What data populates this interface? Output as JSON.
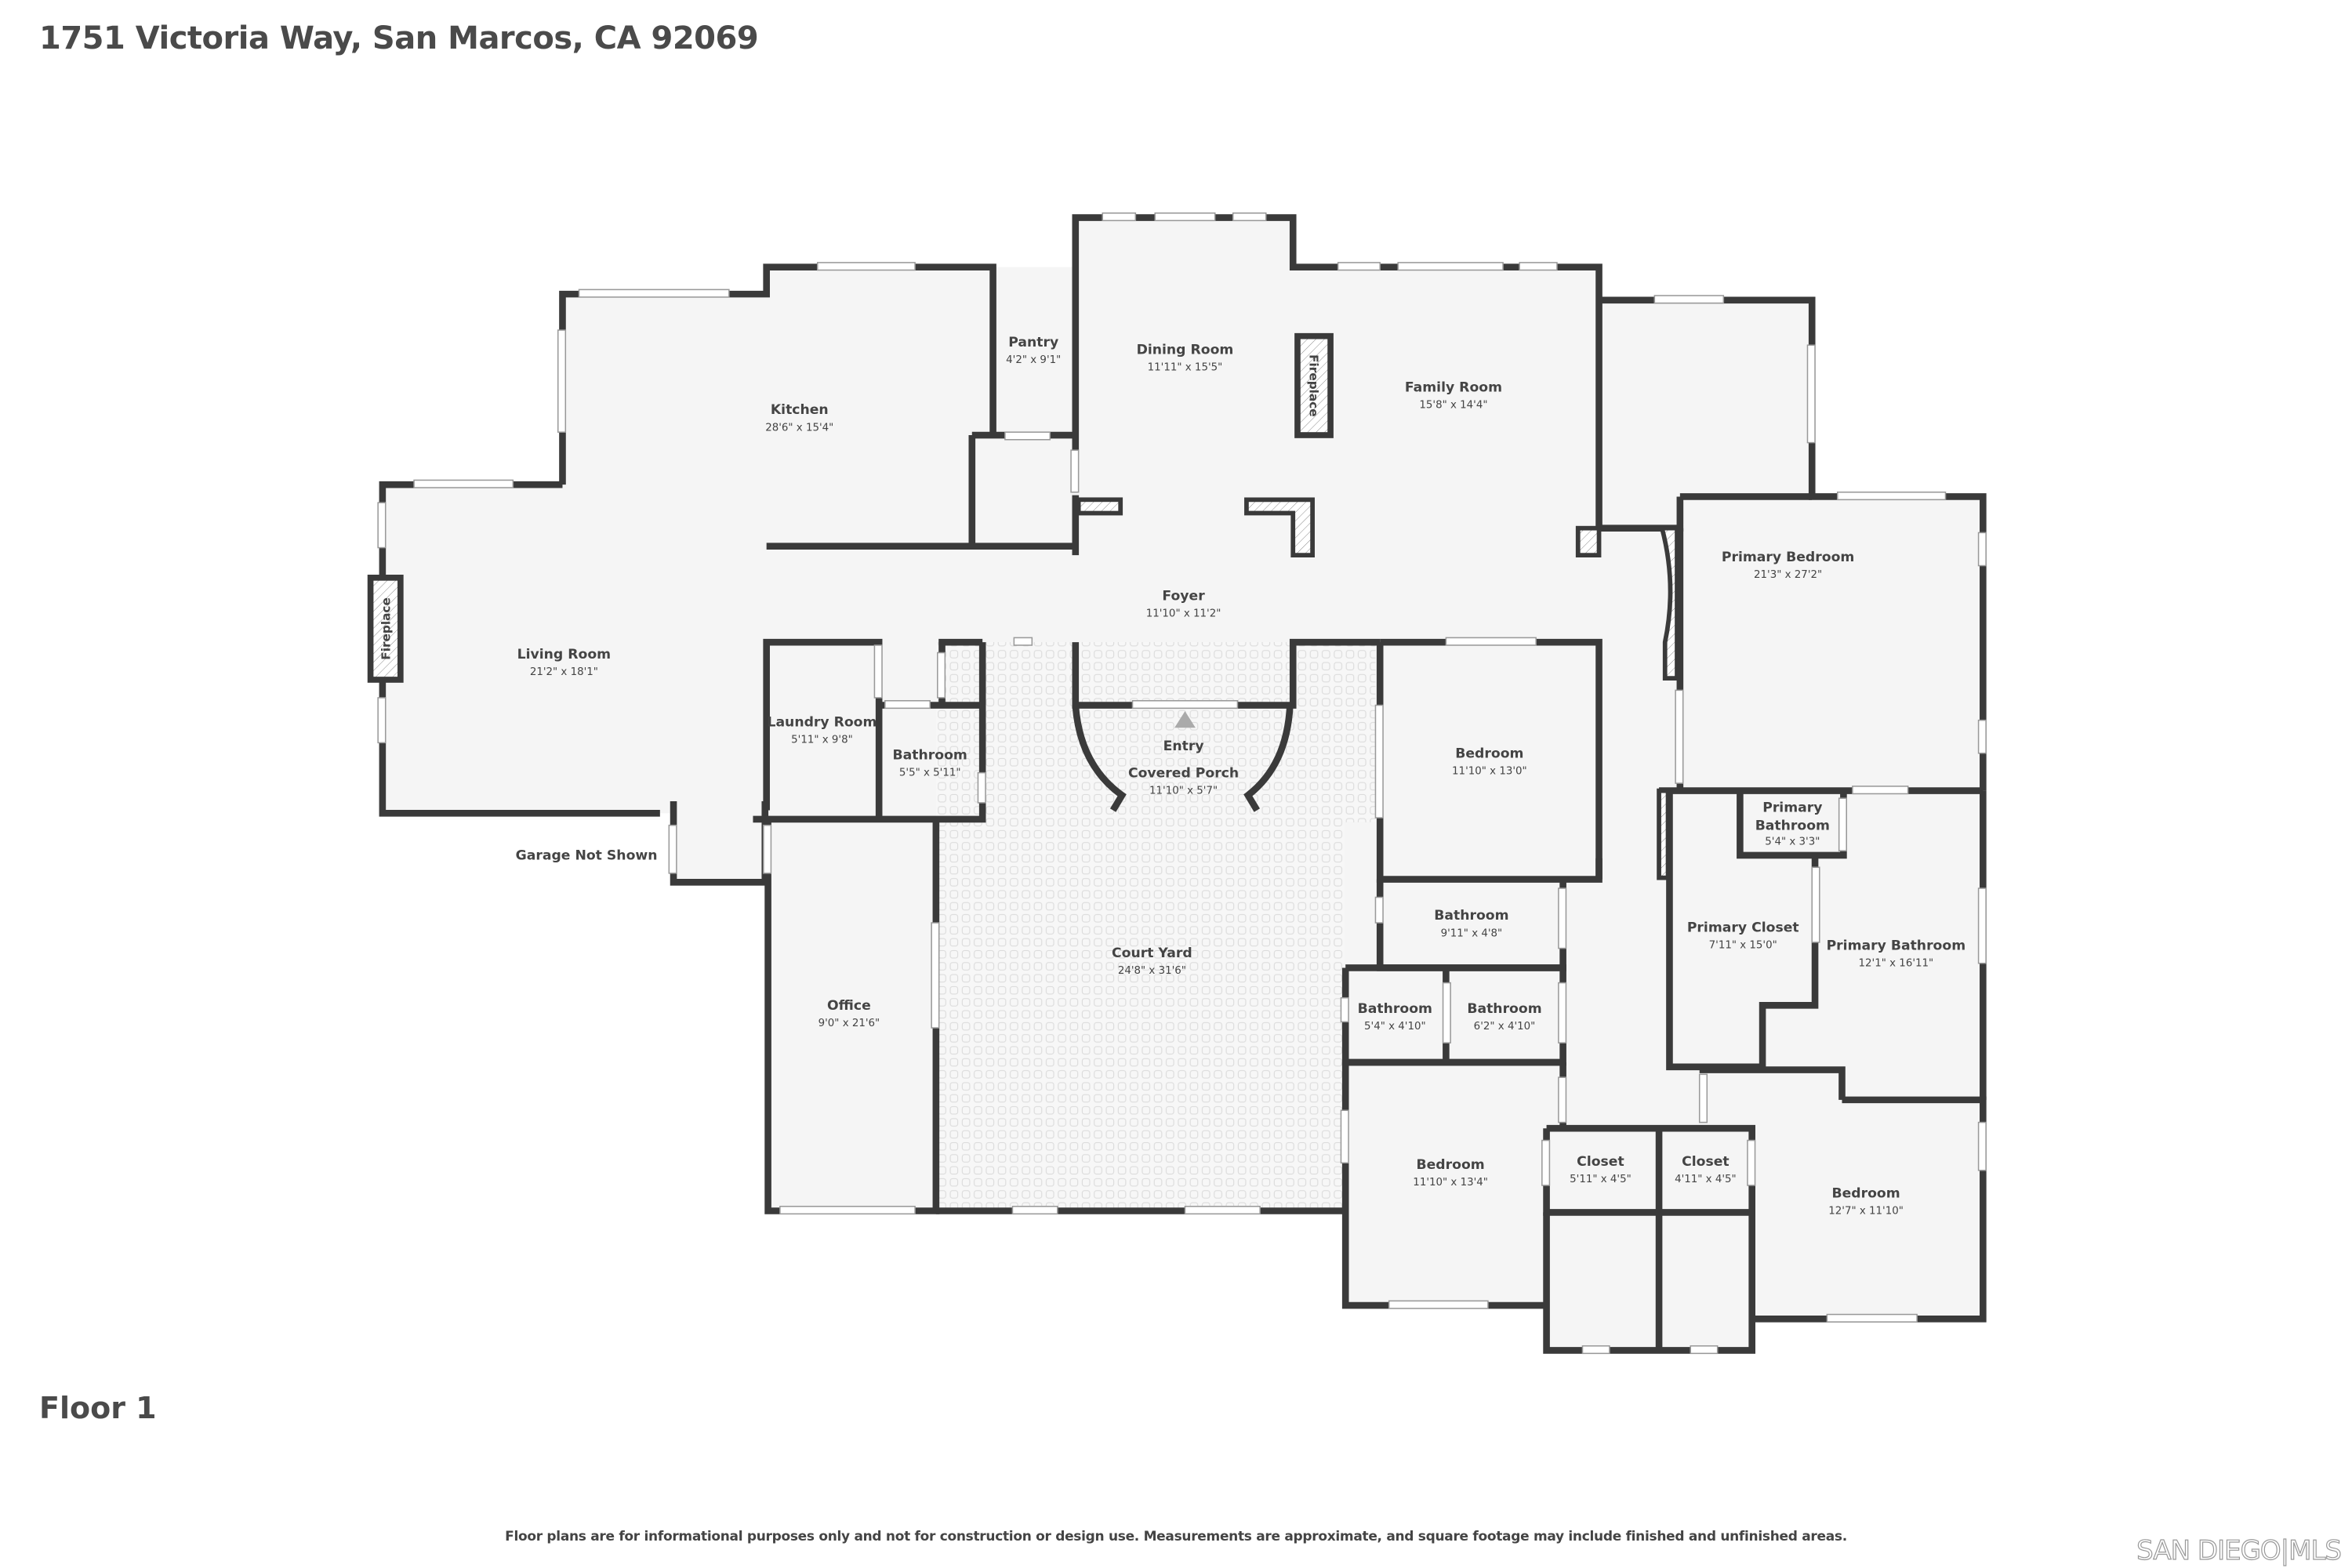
{
  "header": {
    "address": "1751 Victoria Way, San Marcos, CA 92069"
  },
  "floor_label": "Floor 1",
  "disclaimer": "Floor plans are for informational purposes only and not for construction or design use. Measurements are approximate, and square footage may include finished and unfinished areas.",
  "brand": {
    "logo": "SAN DIEGO|MLS"
  },
  "colors": {
    "wall": "#3a3a3a",
    "floor": "#f5f5f5",
    "outdoor_pattern": "#dcdcdc",
    "text": "#444444"
  },
  "rooms": {
    "kitchen": {
      "name": "Kitchen",
      "dims": "28'6\" x 15'4\""
    },
    "pantry": {
      "name": "Pantry",
      "dims": "4'2\" x 9'1\""
    },
    "dining": {
      "name": "Dining Room",
      "dims": "11'11\" x 15'5\""
    },
    "family": {
      "name": "Family Room",
      "dims": "15'8\" x 14'4\""
    },
    "living": {
      "name": "Living Room",
      "dims": "21'2\" x 18'1\""
    },
    "foyer": {
      "name": "Foyer",
      "dims": "11'10\" x 11'2\""
    },
    "primary_bedroom": {
      "name": "Primary Bedroom",
      "dims": "21'3\" x 27'2\""
    },
    "laundry": {
      "name": "Laundry Room",
      "dims": "5'11\" x 9'8\""
    },
    "bath1": {
      "name": "Bathroom",
      "dims": "5'5\" x 5'11\""
    },
    "entry": {
      "name": "Entry"
    },
    "porch": {
      "name": "Covered Porch",
      "dims": "11'10\" x 5'7\""
    },
    "bedroom1": {
      "name": "Bedroom",
      "dims": "11'10\" x 13'0\""
    },
    "primary_bath_small": {
      "name1": "Primary",
      "name2": "Bathroom",
      "dims": "5'4\" x 3'3\""
    },
    "primary_closet": {
      "name": "Primary Closet",
      "dims": "7'11\" x 15'0\""
    },
    "primary_bath": {
      "name": "Primary Bathroom",
      "dims": "12'1\" x 16'11\""
    },
    "bath2": {
      "name": "Bathroom",
      "dims": "9'11\" x 4'8\""
    },
    "bath3": {
      "name": "Bathroom",
      "dims": "5'4\" x 4'10\""
    },
    "bath4": {
      "name": "Bathroom",
      "dims": "6'2\" x 4'10\""
    },
    "courtyard": {
      "name": "Court Yard",
      "dims": "24'8\" x 31'6\""
    },
    "office": {
      "name": "Office",
      "dims": "9'0\" x 21'6\""
    },
    "bedroom2": {
      "name": "Bedroom",
      "dims": "11'10\" x 13'4\""
    },
    "closet1": {
      "name": "Closet",
      "dims": "5'11\" x 4'5\""
    },
    "closet2": {
      "name": "Closet",
      "dims": "4'11\" x 4'5\""
    },
    "bedroom3": {
      "name": "Bedroom",
      "dims": "12'7\" x 11'10\""
    }
  },
  "annotations": {
    "garage": "Garage Not Shown",
    "fireplace_living": "Fireplace",
    "fireplace_dining": "Fireplace"
  }
}
